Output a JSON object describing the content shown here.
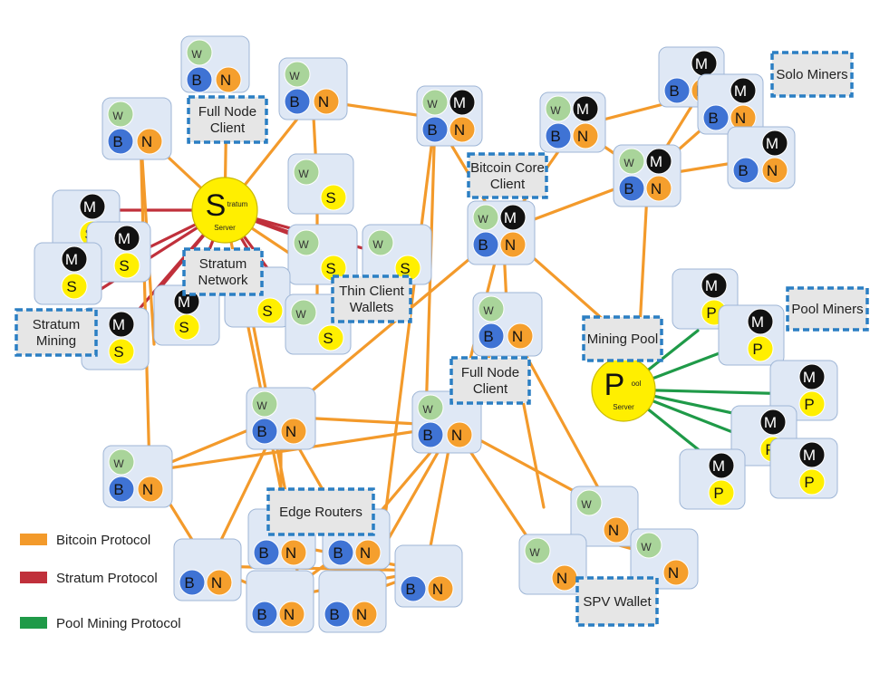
{
  "labels": {
    "full_node_client": "Full Node Client",
    "full_node_client_2": "Full Node Client",
    "bitcoin_core_client": "Bitcoin Core Client",
    "solo_miners": "Solo Miners",
    "stratum_network": "Stratum Network",
    "stratum_mining": "Stratum Mining",
    "thin_client_wallets": "Thin Client Wallets",
    "mining_pool": "Mining Pool",
    "pool_miners": "Pool Miners",
    "edge_routers": "Edge Routers",
    "spv_wallet": "SPV Wallet"
  },
  "badges": {
    "W": "W",
    "B": "B",
    "N": "N",
    "M": "M",
    "S": "S",
    "P": "P"
  },
  "hubs": {
    "stratum": {
      "letter": "S",
      "sub": "tratum",
      "caption": "Server"
    },
    "pool": {
      "letter": "P",
      "sub": "ool",
      "caption": "Server"
    }
  },
  "legend": [
    {
      "label": "Bitcoin Protocol",
      "color": "#f39a2b"
    },
    {
      "label": "Stratum Protocol",
      "color": "#c0303b"
    },
    {
      "label": "Pool Mining Protocol",
      "color": "#1f9a48"
    }
  ],
  "colors": {
    "node_bg": "#dfe8f5",
    "node_border": "#9fb6d6",
    "wallet": "#a9d49a",
    "blockchain": "#3f73d4",
    "network": "#f59f2d",
    "miner": "#111111",
    "stratum": "#ffef00",
    "label_border": "#2b7fc3",
    "label_bg": "#e6e6e6"
  }
}
